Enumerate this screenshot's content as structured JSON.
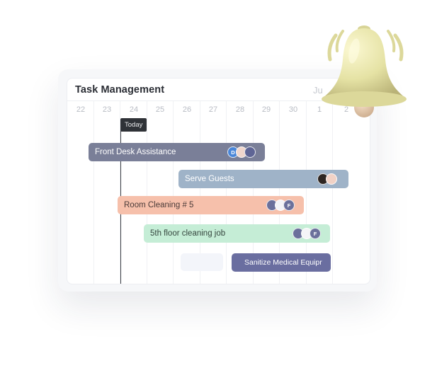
{
  "panel": {
    "title": "Task Management",
    "month_label": "Ju",
    "days": [
      "22",
      "23",
      "24",
      "25",
      "26",
      "27",
      "28",
      "29",
      "30",
      "1",
      "2"
    ],
    "today_label": "Today"
  },
  "tasks": [
    {
      "label": "Front Desk Assistance",
      "bar_color": "#7a7f98",
      "text_color": "#ffffff",
      "avatars": [
        {
          "initial": "D",
          "color": "#4a86d8"
        },
        {
          "initial": "",
          "color": "#f0d6cc"
        },
        {
          "initial": "",
          "color": "#5f6595"
        }
      ]
    },
    {
      "label": "Serve Guests",
      "bar_color": "#9fb3c8",
      "text_color": "#ffffff",
      "avatars": [
        {
          "initial": "",
          "color": "#2e2622"
        },
        {
          "initial": "",
          "color": "#f1d2c6"
        }
      ]
    },
    {
      "label": "Room Cleaning # 5",
      "bar_color": "#f6c0ab",
      "text_color": "#4a3a38",
      "avatars": [
        {
          "initial": "",
          "color": "#6b709b"
        },
        {
          "initial": "",
          "color": "#f4f4f7"
        },
        {
          "initial": "F",
          "color": "#6b709b"
        }
      ]
    },
    {
      "label": "5th floor cleaning job",
      "bar_color": "#c5edd6",
      "text_color": "#35463e",
      "avatars": [
        {
          "initial": "",
          "color": "#6b709b"
        },
        {
          "initial": "",
          "color": "#f4f4f7"
        },
        {
          "initial": "F",
          "color": "#6b709b"
        }
      ]
    },
    {
      "label": "Sanitize Medical Equipr",
      "bar_color": "#6a6ea0",
      "text_color": "#ffffff",
      "avatars": []
    }
  ],
  "decorations": {
    "bell_icon": "bell-icon",
    "bell_color": "#e5e2a4"
  }
}
